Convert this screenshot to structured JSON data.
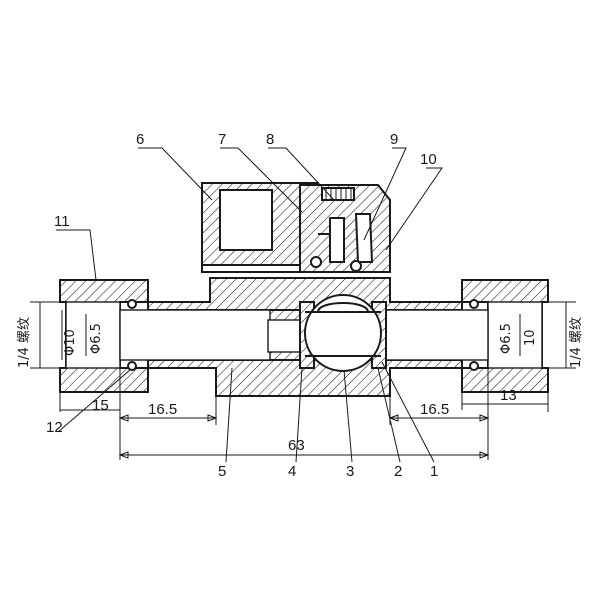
{
  "part_labels": [
    "1",
    "2",
    "3",
    "4",
    "5",
    "6",
    "7",
    "8",
    "9",
    "10",
    "11",
    "12",
    "15"
  ],
  "dimensions": {
    "left_inner": "16.5",
    "right_inner": "16.5",
    "overall": "63",
    "nut_width": "13",
    "left_thread": "1/4 螺纹",
    "right_thread": "1/4 螺纹",
    "left_dia_outer": "Φ10",
    "left_dia_inner": "Φ6.5",
    "right_dia_inner": "Φ6.5",
    "right_dia_outer": "10"
  }
}
